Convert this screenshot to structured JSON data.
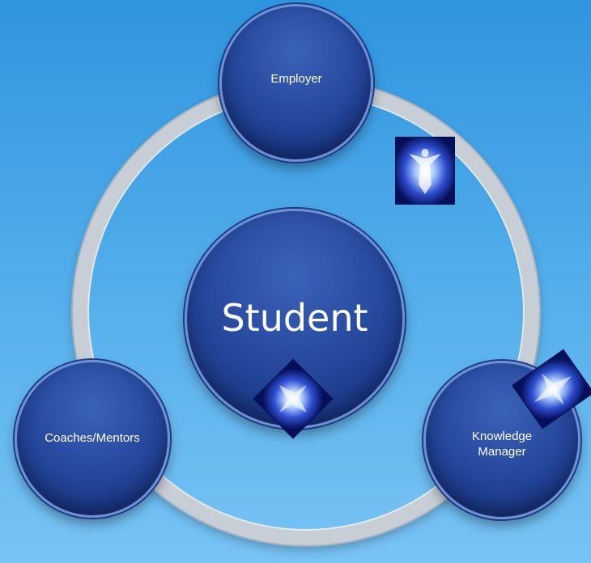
{
  "diagram": {
    "center": {
      "label": "Student"
    },
    "nodes": [
      {
        "id": "employer",
        "label": "Employer"
      },
      {
        "id": "coaches",
        "label": "Coaches/Mentors"
      },
      {
        "id": "knowledge-manager",
        "label": "Knowledge\nManager"
      }
    ],
    "colors": {
      "background_top": "#2f95df",
      "background_bottom": "#78c3f5",
      "node_fill": "#23459a",
      "ring": "#c8ced6"
    },
    "decorations": [
      "glowing-figure-image",
      "glowing-figure-image",
      "glowing-figure-image"
    ]
  }
}
